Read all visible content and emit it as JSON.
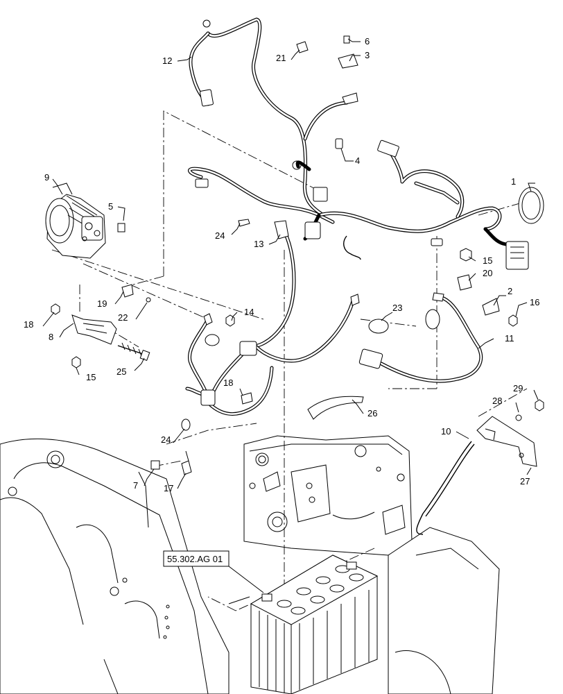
{
  "diagram": {
    "callouts": [
      {
        "id": "c1",
        "text": "1"
      },
      {
        "id": "c2",
        "text": "2"
      },
      {
        "id": "c3",
        "text": "3"
      },
      {
        "id": "c4",
        "text": "4"
      },
      {
        "id": "c5",
        "text": "5"
      },
      {
        "id": "c6",
        "text": "6"
      },
      {
        "id": "c7",
        "text": "7"
      },
      {
        "id": "c8",
        "text": "8"
      },
      {
        "id": "c9",
        "text": "9"
      },
      {
        "id": "c10",
        "text": "10"
      },
      {
        "id": "c11",
        "text": "11"
      },
      {
        "id": "c12",
        "text": "12"
      },
      {
        "id": "c13",
        "text": "13"
      },
      {
        "id": "c14",
        "text": "14"
      },
      {
        "id": "c15a",
        "text": "15"
      },
      {
        "id": "c15b",
        "text": "15"
      },
      {
        "id": "c16",
        "text": "16"
      },
      {
        "id": "c17",
        "text": "17"
      },
      {
        "id": "c18a",
        "text": "18"
      },
      {
        "id": "c18b",
        "text": "18"
      },
      {
        "id": "c19",
        "text": "19"
      },
      {
        "id": "c20",
        "text": "20"
      },
      {
        "id": "c21",
        "text": "21"
      },
      {
        "id": "c22",
        "text": "22"
      },
      {
        "id": "c23",
        "text": "23"
      },
      {
        "id": "c24a",
        "text": "24"
      },
      {
        "id": "c24b",
        "text": "24"
      },
      {
        "id": "c25",
        "text": "25"
      },
      {
        "id": "c26",
        "text": "26"
      },
      {
        "id": "c27",
        "text": "27"
      },
      {
        "id": "c28",
        "text": "28"
      },
      {
        "id": "c29",
        "text": "29"
      }
    ],
    "reference_box": "55.302.AG 01"
  }
}
